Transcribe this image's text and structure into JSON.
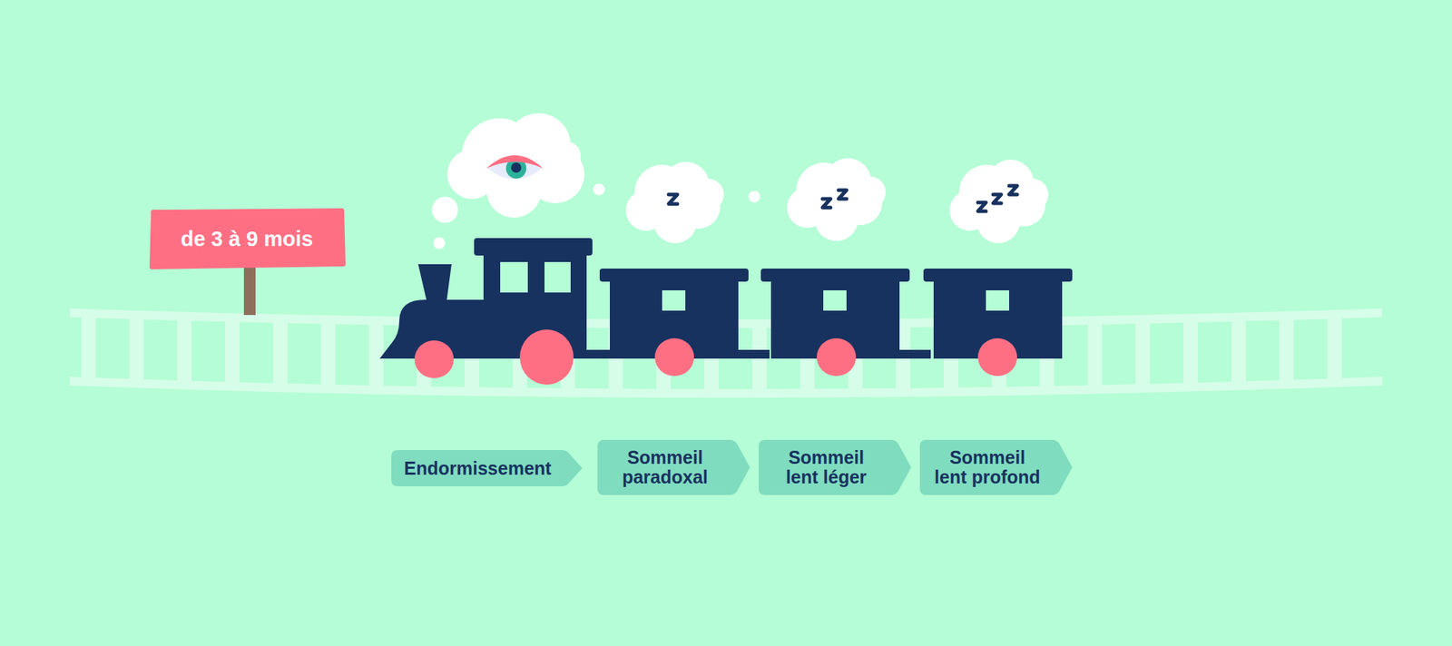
{
  "diagram": {
    "nodes": [
      {
        "text": [
          "de 3 à 9 mois"
        ]
      },
      {
        "text": [
          "Endormissement"
        ]
      },
      {
        "text": [
          "Sommeil paradoxal"
        ]
      },
      {
        "text": [
          "Sommeil lent léger"
        ]
      },
      {
        "text": [
          "Sommeil lent profond"
        ]
      }
    ]
  }
}
